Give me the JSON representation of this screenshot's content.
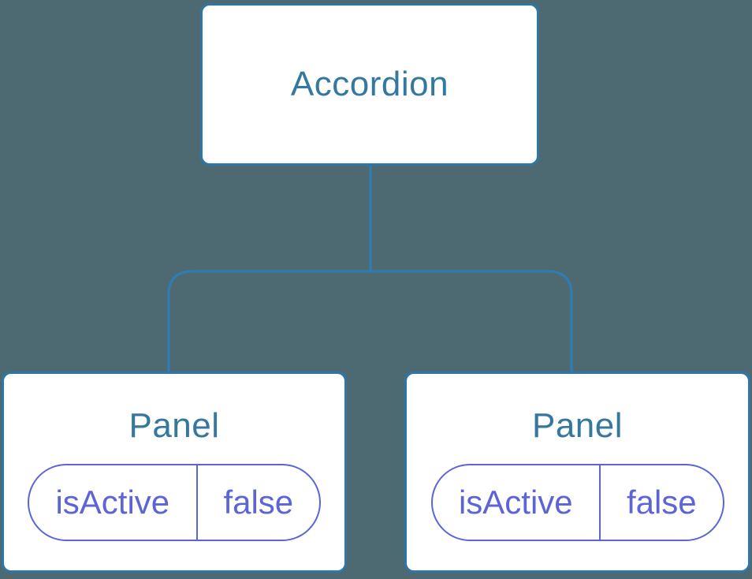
{
  "diagram": {
    "root": {
      "label": "Accordion"
    },
    "panels": [
      {
        "label": "Panel",
        "state": {
          "key": "isActive",
          "value": "false"
        }
      },
      {
        "label": "Panel",
        "state": {
          "key": "isActive",
          "value": "false"
        }
      }
    ]
  },
  "colors": {
    "background": "#4d6a73",
    "box_fill": "#ffffff",
    "box_border": "#2e76a9",
    "connector": "#2e7db4",
    "title_text": "#35789f",
    "state_accent": "#5c64d8"
  }
}
